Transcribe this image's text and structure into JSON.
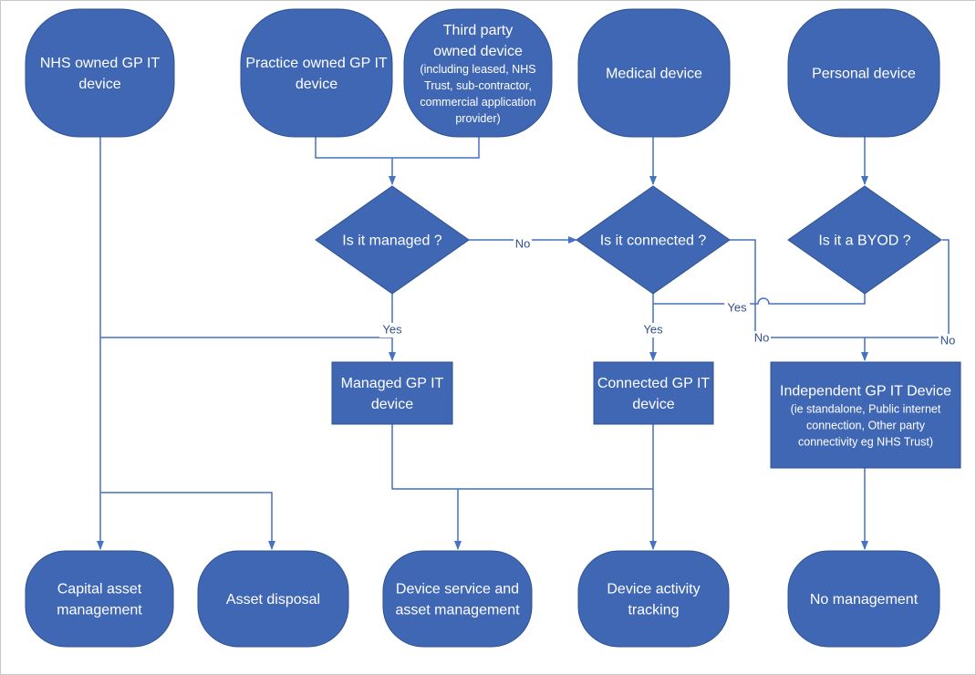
{
  "nodes": {
    "nhs_owned": {
      "shape": "terminal",
      "lines": [
        "NHS owned GP IT",
        "device"
      ]
    },
    "practice_owned": {
      "shape": "terminal",
      "lines": [
        "Practice owned GP IT",
        "device"
      ]
    },
    "third_party": {
      "shape": "terminal",
      "lines": [
        "Third party",
        "owned device",
        "(including leased, NHS",
        "Trust, sub-contractor,",
        "commercial application",
        "provider)"
      ]
    },
    "medical": {
      "shape": "terminal",
      "lines": [
        "Medical device"
      ]
    },
    "personal": {
      "shape": "terminal",
      "lines": [
        "Personal device"
      ]
    },
    "is_managed": {
      "shape": "decision",
      "lines": [
        "Is it managed ?"
      ]
    },
    "is_connected": {
      "shape": "decision",
      "lines": [
        "Is it connected ?"
      ]
    },
    "is_byod": {
      "shape": "decision",
      "lines": [
        "Is it a BYOD ?"
      ]
    },
    "managed_device": {
      "shape": "process",
      "lines": [
        "Managed GP IT",
        "device"
      ]
    },
    "connected_device": {
      "shape": "process",
      "lines": [
        "Connected GP IT",
        "device"
      ]
    },
    "independent_device": {
      "shape": "process",
      "lines": [
        "Independent GP IT Device",
        "(ie standalone, Public internet",
        "connection, Other party",
        "connectivity eg NHS Trust)"
      ]
    },
    "capital_asset": {
      "shape": "terminal",
      "lines": [
        "Capital asset",
        "management"
      ]
    },
    "asset_disposal": {
      "shape": "terminal",
      "lines": [
        "Asset disposal"
      ]
    },
    "device_service": {
      "shape": "terminal",
      "lines": [
        "Device service and",
        "asset management"
      ]
    },
    "activity_tracking": {
      "shape": "terminal",
      "lines": [
        "Device activity",
        "tracking"
      ]
    },
    "no_management": {
      "shape": "terminal",
      "lines": [
        "No management"
      ]
    }
  },
  "edges": [
    {
      "from": "practice_owned",
      "to": "is_managed",
      "label": ""
    },
    {
      "from": "third_party",
      "to": "is_managed",
      "label": ""
    },
    {
      "from": "is_managed",
      "to": "is_connected",
      "label": "No"
    },
    {
      "from": "is_managed",
      "to": "managed_device",
      "label": "Yes"
    },
    {
      "from": "nhs_owned",
      "to": "managed_device",
      "label": ""
    },
    {
      "from": "nhs_owned",
      "to": "capital_asset",
      "label": ""
    },
    {
      "from": "nhs_owned",
      "to": "asset_disposal",
      "label": ""
    },
    {
      "from": "medical",
      "to": "is_connected",
      "label": ""
    },
    {
      "from": "is_connected",
      "to": "connected_device",
      "label": "Yes"
    },
    {
      "from": "is_connected",
      "to": "independent_device",
      "label": "No"
    },
    {
      "from": "personal",
      "to": "is_byod",
      "label": ""
    },
    {
      "from": "is_byod",
      "to": "connected_device",
      "label": "Yes"
    },
    {
      "from": "is_byod",
      "to": "independent_device",
      "label": "No"
    },
    {
      "from": "managed_device",
      "to": "device_service",
      "label": ""
    },
    {
      "from": "managed_device",
      "to": "activity_tracking",
      "label": ""
    },
    {
      "from": "connected_device",
      "to": "activity_tracking",
      "label": ""
    },
    {
      "from": "independent_device",
      "to": "no_management",
      "label": ""
    }
  ],
  "colors": {
    "node_fill": "#4067B4",
    "edge": "#4472C4",
    "text": "#ffffff"
  }
}
